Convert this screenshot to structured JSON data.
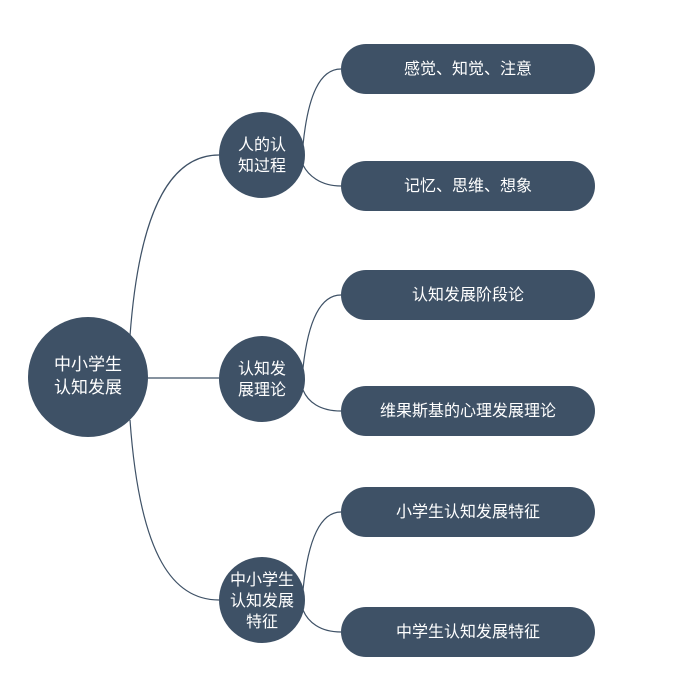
{
  "root": {
    "label": "中小学生认知发展"
  },
  "branches": [
    {
      "label": "人的认知过程",
      "children": [
        "感觉、知觉、注意",
        "记忆、思维、想象"
      ]
    },
    {
      "label": "认知发展理论",
      "children": [
        "认知发展阶段论",
        "维果斯基的心理发展理论"
      ]
    },
    {
      "label": "中小学生认知发展特征",
      "children": [
        "小学生认知发展特征",
        "中学生认知发展特征"
      ]
    }
  ],
  "colors": {
    "node_fill": "#3e5166",
    "connector": "#3e5166",
    "text": "#ffffff",
    "background": "#ffffff"
  }
}
